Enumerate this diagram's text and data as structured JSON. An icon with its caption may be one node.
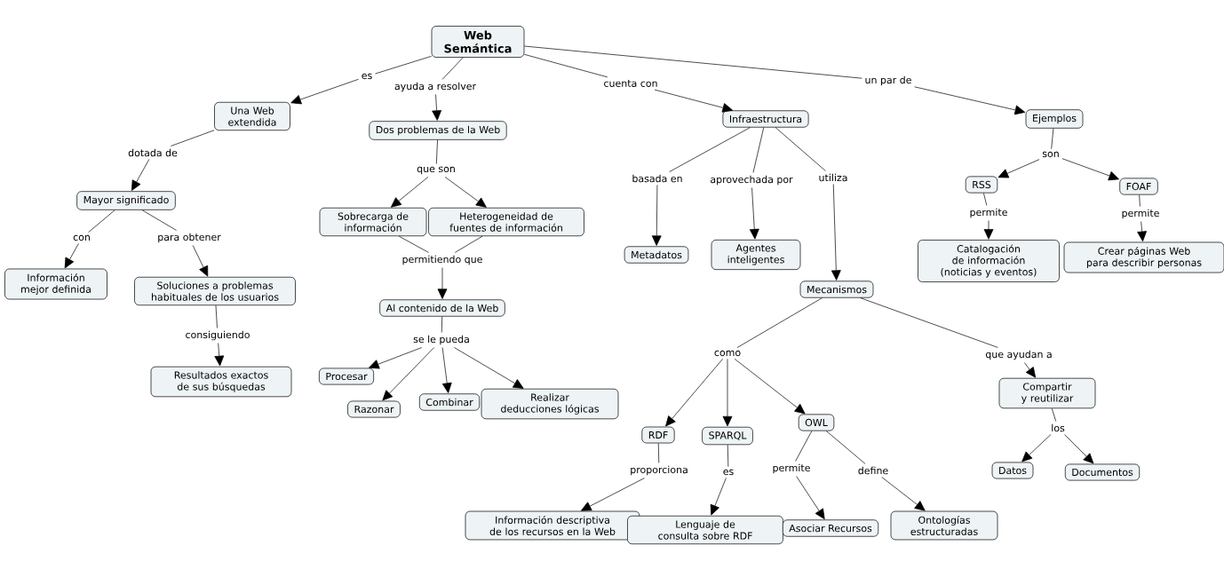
{
  "diagram": {
    "nodes": [
      {
        "text": [
          "Web Semántica"
        ]
      },
      {
        "text": [
          "es"
        ]
      },
      {
        "text": [
          "ayuda a resolver"
        ]
      },
      {
        "text": [
          "cuenta con"
        ]
      },
      {
        "text": [
          "un par de"
        ]
      },
      {
        "text": [
          "Una Web extendida"
        ]
      },
      {
        "text": [
          "Dos problemas de la Web"
        ]
      },
      {
        "text": [
          "Infraestructura"
        ]
      },
      {
        "text": [
          "Ejemplos"
        ]
      },
      {
        "text": [
          "dotada de"
        ]
      },
      {
        "text": [
          "que son"
        ]
      },
      {
        "text": [
          "basada en"
        ]
      },
      {
        "text": [
          "aprovechada por"
        ]
      },
      {
        "text": [
          "utiliza"
        ]
      },
      {
        "text": [
          "son"
        ]
      },
      {
        "text": [
          "Mayor significado"
        ]
      },
      {
        "text": [
          "Sobrecarga de información"
        ]
      },
      {
        "text": [
          "Heterogeneidad de fuentes de información"
        ]
      },
      {
        "text": [
          "RSS"
        ]
      },
      {
        "text": [
          "FOAF"
        ]
      },
      {
        "text": [
          "con"
        ]
      },
      {
        "text": [
          "para obtener"
        ]
      },
      {
        "text": [
          "permitiendo que"
        ]
      },
      {
        "text": [
          "permite"
        ]
      },
      {
        "text": [
          "permite"
        ]
      },
      {
        "text": [
          "Metadatos"
        ]
      },
      {
        "text": [
          "Agentes inteligentes"
        ]
      },
      {
        "text": [
          "Catalogación de información (noticias y eventos)"
        ]
      },
      {
        "text": [
          "Crear páginas Web para describir personas"
        ]
      },
      {
        "text": [
          "Información mejor definida"
        ]
      },
      {
        "text": [
          "Soluciones a problemas habituales de los usuarios"
        ]
      },
      {
        "text": [
          "Mecanismos"
        ]
      },
      {
        "text": [
          "Al contenido de la Web"
        ]
      },
      {
        "text": [
          "consiguiendo"
        ]
      },
      {
        "text": [
          "se le pueda"
        ]
      },
      {
        "text": [
          "como"
        ]
      },
      {
        "text": [
          "que ayudan a"
        ]
      },
      {
        "text": [
          "Resultados exactos de sus búsquedas"
        ]
      },
      {
        "text": [
          "Procesar"
        ]
      },
      {
        "text": [
          "Razonar"
        ]
      },
      {
        "text": [
          "Combinar"
        ]
      },
      {
        "text": [
          "Realizar deducciones lógicas"
        ]
      },
      {
        "text": [
          "Compartir y reutilizar"
        ]
      },
      {
        "text": [
          "RDF"
        ]
      },
      {
        "text": [
          "SPARQL"
        ]
      },
      {
        "text": [
          "OWL"
        ]
      },
      {
        "text": [
          "los"
        ]
      },
      {
        "text": [
          "proporciona"
        ]
      },
      {
        "text": [
          "es"
        ]
      },
      {
        "text": [
          "permite"
        ]
      },
      {
        "text": [
          "define"
        ]
      },
      {
        "text": [
          "Datos"
        ]
      },
      {
        "text": [
          "Documentos"
        ]
      },
      {
        "text": [
          "Información descriptiva de los recursos en la Web"
        ]
      },
      {
        "text": [
          "Lenguaje de consulta sobre RDF"
        ]
      },
      {
        "text": [
          "Asociar Recursos"
        ]
      },
      {
        "text": [
          "Ontologías estructuradas"
        ]
      }
    ],
    "edges": [
      {
        "from": 0,
        "to": 1,
        "arrow": "none"
      },
      {
        "from": 1,
        "to": 5,
        "arrow": "to"
      },
      {
        "from": 0,
        "to": 2,
        "arrow": "none"
      },
      {
        "from": 2,
        "to": 6,
        "arrow": "to"
      },
      {
        "from": 0,
        "to": 3,
        "arrow": "none"
      },
      {
        "from": 3,
        "to": 7,
        "arrow": "to"
      },
      {
        "from": 0,
        "to": 4,
        "arrow": "none"
      },
      {
        "from": 4,
        "to": 8,
        "arrow": "to"
      },
      {
        "from": 5,
        "to": 9,
        "arrow": "none"
      },
      {
        "from": 9,
        "to": 15,
        "arrow": "to"
      },
      {
        "from": 6,
        "to": 10,
        "arrow": "none"
      },
      {
        "from": 10,
        "to": 16,
        "arrow": "to"
      },
      {
        "from": 10,
        "to": 17,
        "arrow": "to"
      },
      {
        "from": 7,
        "to": 11,
        "arrow": "none"
      },
      {
        "from": 11,
        "to": 25,
        "arrow": "to"
      },
      {
        "from": 7,
        "to": 12,
        "arrow": "none"
      },
      {
        "from": 12,
        "to": 26,
        "arrow": "to"
      },
      {
        "from": 7,
        "to": 13,
        "arrow": "none"
      },
      {
        "from": 13,
        "to": 31,
        "arrow": "to"
      },
      {
        "from": 8,
        "to": 14,
        "arrow": "none"
      },
      {
        "from": 14,
        "to": 18,
        "arrow": "to"
      },
      {
        "from": 14,
        "to": 19,
        "arrow": "to"
      },
      {
        "from": 15,
        "to": 20,
        "arrow": "none"
      },
      {
        "from": 20,
        "to": 29,
        "arrow": "to"
      },
      {
        "from": 15,
        "to": 21,
        "arrow": "none"
      },
      {
        "from": 21,
        "to": 30,
        "arrow": "to"
      },
      {
        "from": 16,
        "to": 22,
        "arrow": "none"
      },
      {
        "from": 17,
        "to": 22,
        "arrow": "none"
      },
      {
        "from": 22,
        "to": 32,
        "arrow": "to"
      },
      {
        "from": 18,
        "to": 23,
        "arrow": "none"
      },
      {
        "from": 23,
        "to": 27,
        "arrow": "to"
      },
      {
        "from": 19,
        "to": 24,
        "arrow": "none"
      },
      {
        "from": 24,
        "to": 28,
        "arrow": "to"
      },
      {
        "from": 30,
        "to": 33,
        "arrow": "none"
      },
      {
        "from": 33,
        "to": 37,
        "arrow": "to"
      },
      {
        "from": 32,
        "to": 34,
        "arrow": "none"
      },
      {
        "from": 34,
        "to": 38,
        "arrow": "to"
      },
      {
        "from": 34,
        "to": 39,
        "arrow": "to"
      },
      {
        "from": 34,
        "to": 40,
        "arrow": "to"
      },
      {
        "from": 34,
        "to": 41,
        "arrow": "to"
      },
      {
        "from": 31,
        "to": 35,
        "arrow": "none"
      },
      {
        "from": 35,
        "to": 43,
        "arrow": "to"
      },
      {
        "from": 35,
        "to": 44,
        "arrow": "to"
      },
      {
        "from": 35,
        "to": 45,
        "arrow": "to"
      },
      {
        "from": 31,
        "to": 36,
        "arrow": "none"
      },
      {
        "from": 36,
        "to": 42,
        "arrow": "to"
      },
      {
        "from": 42,
        "to": 46,
        "arrow": "none"
      },
      {
        "from": 46,
        "to": 51,
        "arrow": "to"
      },
      {
        "from": 46,
        "to": 52,
        "arrow": "to"
      },
      {
        "from": 43,
        "to": 47,
        "arrow": "none"
      },
      {
        "from": 47,
        "to": 53,
        "arrow": "to"
      },
      {
        "from": 44,
        "to": 48,
        "arrow": "none"
      },
      {
        "from": 48,
        "to": 54,
        "arrow": "to"
      },
      {
        "from": 45,
        "to": 49,
        "arrow": "none"
      },
      {
        "from": 49,
        "to": 55,
        "arrow": "to"
      },
      {
        "from": 45,
        "to": 50,
        "arrow": "none"
      },
      {
        "from": 50,
        "to": 56,
        "arrow": "to"
      }
    ]
  }
}
